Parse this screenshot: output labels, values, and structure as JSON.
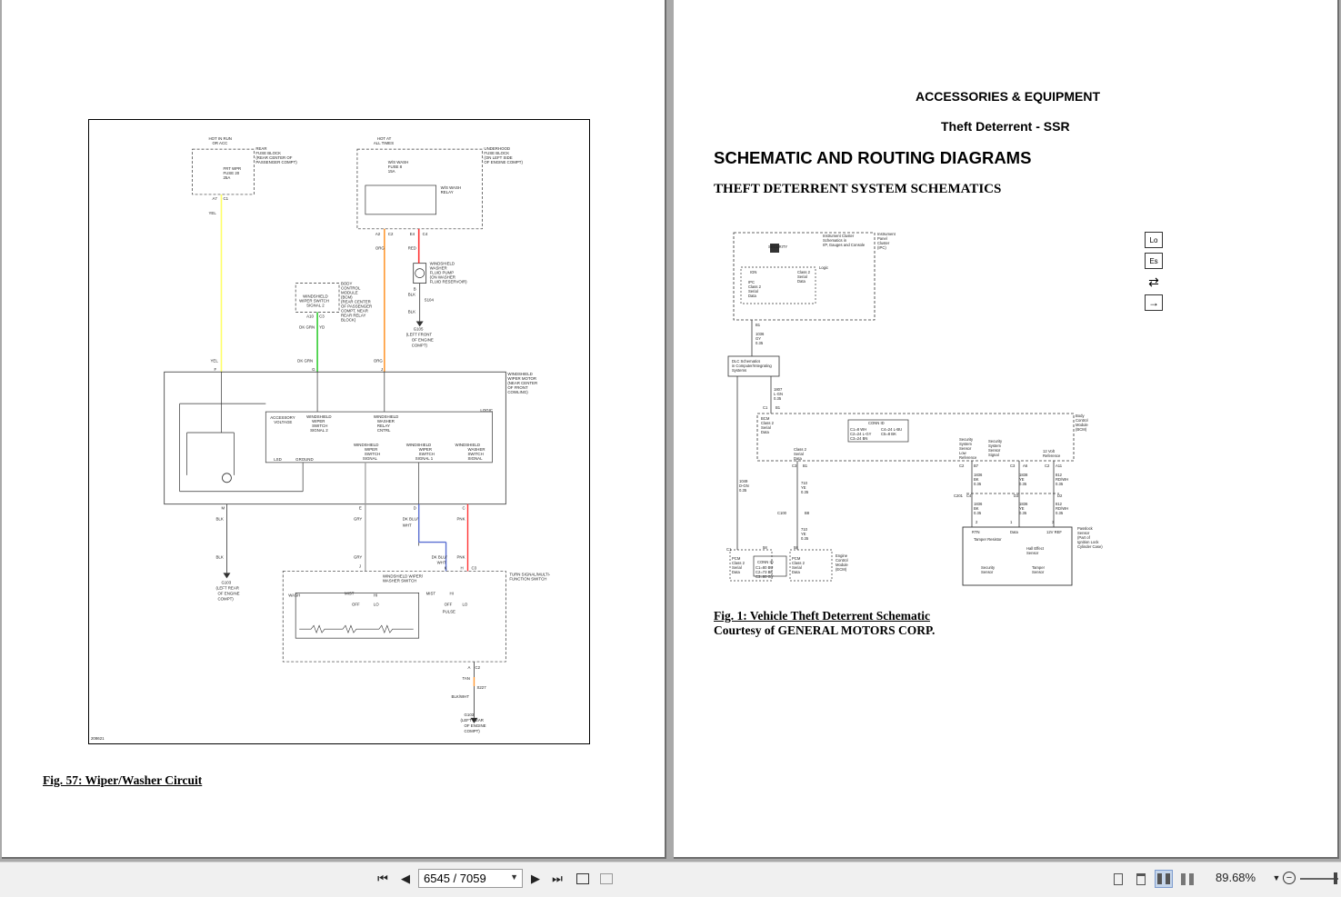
{
  "left_page": {
    "figure_caption": "Fig. 57: Wiper/Washer Circuit",
    "diagram": {
      "texts": [
        "HOT IN RUN",
        "OR ACC",
        "REAR",
        "FUSE BLOCK",
        "(REAR CENTER OF",
        "PASSENGER COMPT)",
        "FRT WPR",
        "FUSE 20",
        "25A",
        "A7",
        "C1",
        "YEL",
        "HOT AT",
        "ALL TIMES",
        "UNDERHOOD",
        "FUSE BLOCK",
        "(ON LEFT SIDE",
        "OF ENGINE COMPT)",
        "W/S WASH",
        "FUSE 8",
        "15A",
        "W/S WASH",
        "RELAY",
        "A2",
        "C2",
        "E4",
        "C4",
        "ORG",
        "RED",
        "WINDSHIELD",
        "WASHER",
        "FLUID PUMP",
        "(ON WASHER",
        "FLUID RESERVOIR)",
        "B",
        "BLK",
        "S104",
        "BLK",
        "G105",
        "(LEFT FRONT",
        "OF ENGINE",
        "COMPT)",
        "BODY",
        "CONTROL",
        "MODULE",
        "(BCM)",
        "(REAR CENTER",
        "OF PASSENGER",
        "COMPT, NEAR",
        "REAR RELAY",
        "BLOCK)",
        "WINDSHIELD",
        "WIPER SWITCH",
        "SIGNAL 2",
        "A10",
        "C3",
        "DK GRN",
        "YD",
        "YEL",
        "F",
        "DK GRN",
        "G",
        "ORG",
        "J",
        "WINDSHIELD",
        "WIPER MOTOR",
        "(NEAR CENTER",
        "OF FRONT",
        "COWLING)",
        "LOGIC",
        "ACCESSORY",
        "VOLTAGE",
        "WINDSHIELD",
        "WIPER",
        "SWITCH",
        "SIGNAL 2",
        "WINDSHIELD",
        "WASHER",
        "RELAY",
        "CNTRL",
        "WINDSHIELD",
        "WIPER",
        "SWITCH",
        "SIGNAL",
        "WINDSHIELD",
        "WIPER",
        "SWITCH",
        "SIGNAL 1",
        "WINDSHIELD",
        "WASHER",
        "SWITCH",
        "SIGNAL",
        "LSD",
        "GROUND",
        "M",
        "BLK",
        "BLK",
        "G103",
        "(LEFT REAR",
        "OF ENGINE",
        "COMPT)",
        "E",
        "GRY",
        "GRY",
        "J",
        "D",
        "DK BLU/",
        "WHT",
        "DK BLU/",
        "WHT",
        "K",
        "C",
        "PNK",
        "PNK",
        "H",
        "C3",
        "WINDSHIELD WIPER/",
        "WASHER SWITCH",
        "TURN SIGNAL/MULTI-",
        "FUNCTION SWITCH",
        "WASH",
        "MIST",
        "HI",
        "OFF",
        "LO",
        "MIST",
        "HI",
        "OFF",
        "PULSE",
        "LO",
        "A",
        "C2",
        "TAN",
        "S227",
        "BLK/WHT",
        "G103",
        "(LEFT REAR",
        "OF ENGINE",
        "COMPT)",
        "208621"
      ]
    }
  },
  "right_page": {
    "section_header": "ACCESSORIES & EQUIPMENT",
    "system_header": "Theft Deterrent - SSR",
    "main_heading": "SCHEMATIC AND ROUTING DIAGRAMS",
    "sub_heading": "THEFT DETERRENT SYSTEM SCHEMATICS",
    "figure_caption": "Fig. 1: Vehicle Theft Deterrent Schematic",
    "figure_courtesy": "Courtesy of GENERAL MOTORS CORP.",
    "side_icons": [
      "legend-icon",
      "legend-icon-2",
      "route-icon",
      "next-arrow-icon"
    ],
    "side_icon_labels": [
      "Lo",
      "Es",
      "⇄",
      "→"
    ],
    "diagram": {
      "texts": [
        "Instrument Cluster",
        "Schematics in",
        "I/P, Gauges and Console",
        "Instrument",
        "Panel",
        "Cluster",
        "(IPC)",
        "SECURITY",
        "Logic",
        "IGN",
        "IPC",
        "Class 2",
        "Serial",
        "Data",
        "Class 2",
        "Serial",
        "Data",
        "B1",
        "1036",
        "GY",
        "0.35",
        "DLC Schematics",
        "in Computer/Integrating",
        "Systems",
        "1807",
        "L-GN",
        "0.35",
        "C1",
        "B1",
        "BCM",
        "Class 2",
        "Serial",
        "Data",
        "CONN ID",
        "C1=8 WH",
        "C4=24 L-BU",
        "C2=24 L-GY",
        "C5=8 BK",
        "C3=24 BN",
        "Body",
        "Control",
        "Module",
        "(BCM)",
        "Security",
        "System",
        "Sensor",
        "Low",
        "Reference",
        "Security",
        "System",
        "Sensor",
        "Signal",
        "12 Volt",
        "Reference",
        "C2",
        "B7",
        "C3",
        "A6",
        "C2",
        "A11",
        "1836",
        "BK",
        "0.35",
        "1838",
        "YE",
        "0.35",
        "812",
        "RD/WH",
        "0.35",
        "C201",
        "C4",
        "D3",
        "D2",
        "1836",
        "BK",
        "0.35",
        "1836",
        "YE",
        "0.35",
        "812",
        "RD/WH",
        "0.35",
        "2",
        "1",
        "3",
        "RTN",
        "Data",
        "12V REF",
        "Passlock",
        "Sensor",
        "(Part of",
        "Ignition Lock",
        "Cylinder Case)",
        "Tamper Resistor",
        "Hall Effect",
        "Sensor",
        "Security",
        "Sensor",
        "Tamper",
        "Sensor",
        "Class 2",
        "Serial",
        "Data",
        "C3",
        "B1",
        "710",
        "YE",
        "0.35",
        "C100",
        "B8",
        "710",
        "YE",
        "0.35",
        "1049",
        "D-GN",
        "0.35",
        "C1",
        "58",
        "58",
        "PCM",
        "Class 2",
        "Serial",
        "Data",
        "CONN ID",
        "C1=80 BU",
        "C2=73 BK",
        "C3=80 GY",
        "PCM",
        "Class 2",
        "Serial",
        "Data",
        "Engine",
        "Control",
        "Module",
        "(ECM)"
      ]
    }
  },
  "toolbar": {
    "page_indicator": "6545 / 7059",
    "zoom_level": "89.68%",
    "first_page_icon": "⏮",
    "prev_page_icon": "◀",
    "next_page_icon": "▶",
    "last_page_icon": "⏭"
  }
}
